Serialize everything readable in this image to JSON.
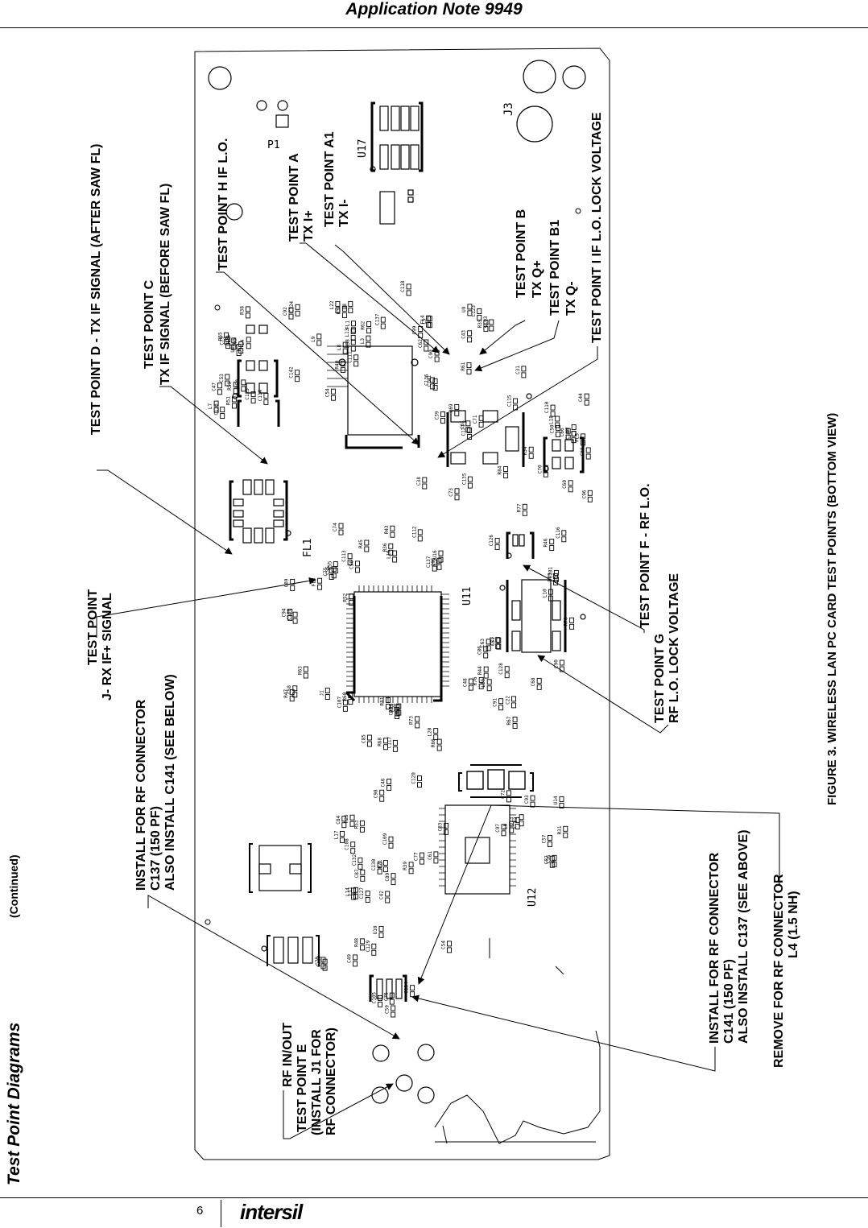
{
  "header": {
    "title": "Application Note 9949"
  },
  "section": {
    "title": "Test Point Diagrams",
    "continued": "(Continued)"
  },
  "figure": {
    "caption": "FIGURE 3.  WIRELESS LAN PC CARD TEST POINTS (BOTTOM VIEW)"
  },
  "footer": {
    "page": "6",
    "logo": "intersil"
  },
  "board": {
    "big_labels": [
      "P1",
      "J3",
      "U17",
      "FL1",
      "U11",
      "U12"
    ],
    "small_labels": [
      "C142",
      "L22",
      "C43",
      "C38",
      "U7",
      "C56",
      "C55",
      "C52",
      "C51",
      "L10",
      "C46",
      "C42",
      "L6",
      "C54",
      "C53",
      "L9",
      "R40",
      "U9",
      "C71",
      "C70",
      "R45",
      "R47",
      "C85",
      "C86",
      "R49",
      "C61",
      "L17",
      "C93",
      "C102",
      "R59",
      "R58",
      "R62",
      "R61",
      "C121",
      "C110",
      "C112",
      "R63",
      "R66",
      "R67",
      "R70",
      "C120",
      "C108",
      "U13",
      "C134",
      "C133",
      "U15",
      "C137",
      "C136",
      "C135",
      "C104",
      "R55",
      "R52",
      "C107",
      "C91",
      "C90",
      "C89",
      "C84",
      "C72",
      "C76",
      "C100",
      "C124",
      "FL1",
      "L5",
      "C39",
      "C44",
      "C74",
      "C75",
      "R81",
      "R44",
      "C63",
      "R39",
      "L14",
      "C57",
      "C49",
      "L7",
      "R38",
      "R37",
      "C62",
      "C61",
      "C60",
      "R36",
      "C58",
      "R73",
      "C22",
      "C68",
      "C83",
      "C87",
      "C16",
      "C59",
      "R51",
      "C92",
      "C99",
      "C103",
      "R84",
      "C66",
      "C95",
      "C94",
      "C117",
      "C23",
      "C116",
      "C109",
      "R25",
      "R31",
      "C78",
      "C47",
      "C114",
      "C111",
      "R35",
      "C115",
      "C50",
      "U16",
      "C69",
      "R75",
      "R76",
      "R77",
      "C130",
      "C132",
      "U14",
      "C129",
      "R65",
      "C125",
      "C118",
      "C123",
      "R69",
      "FL5",
      "C113",
      "R60",
      "R68",
      "C128",
      "C126",
      "R71",
      "C127",
      "L2",
      "R48",
      "R50",
      "C54",
      "L13",
      "C90",
      "R54",
      "L18",
      "L16",
      "C106",
      "L20",
      "L19",
      "C101",
      "C98",
      "L11",
      "C82",
      "C105",
      "C79",
      "L8",
      "U8",
      "FL4",
      "C73",
      "C66",
      "R43",
      "FL3",
      "C65",
      "C48",
      "R46",
      "C77",
      "R53",
      "C97",
      "U10",
      "C151",
      "L4",
      "L3",
      "C31",
      "C141",
      "C96",
      "C137",
      "J1"
    ]
  },
  "annotations": [
    {
      "id": "tp-d",
      "text": "TEST POINT D - TX IF SIGNAL (AFTER SAW FL)"
    },
    {
      "id": "tp-c1",
      "text": "TEST POINT C"
    },
    {
      "id": "tp-c2",
      "text": "TX IF SIGNAL (BEFORE SAW FL)"
    },
    {
      "id": "tp-h",
      "text": "TEST POINT H IF L.O."
    },
    {
      "id": "tp-a1",
      "text": "TEST POINT A"
    },
    {
      "id": "tp-a2",
      "text": "TX I+"
    },
    {
      "id": "tp-a1b",
      "text": "TEST POINT A1"
    },
    {
      "id": "tp-a1c",
      "text": "TX I-"
    },
    {
      "id": "tp-b1",
      "text": "TEST POINT B"
    },
    {
      "id": "tp-b2",
      "text": "TX Q+"
    },
    {
      "id": "tp-b1b",
      "text": "TEST POINT B1"
    },
    {
      "id": "tp-b1c",
      "text": "TX Q-"
    },
    {
      "id": "tp-i",
      "text": "TEST POINT I IF L.O. LOCK VOLTAGE"
    },
    {
      "id": "tp-f",
      "text": "TEST POINT F - RF L.O."
    },
    {
      "id": "tp-g1",
      "text": "TEST POINT G"
    },
    {
      "id": "tp-g2",
      "text": "RF L.O. LOCK VOLTAGE"
    },
    {
      "id": "tp-j1",
      "text": "TEST POINT"
    },
    {
      "id": "tp-j2",
      "text": "J- RX IF+ SIGNAL"
    },
    {
      "id": "rf1-1",
      "text": "INSTALL FOR RF CONNECTOR"
    },
    {
      "id": "rf1-2",
      "text": "C137 (150 PF)"
    },
    {
      "id": "rf1-3",
      "text": "ALSO INSTALL C141 (SEE BELOW)"
    },
    {
      "id": "rf2-1",
      "text": "INSTALL FOR RF CONNECTOR"
    },
    {
      "id": "rf2-2",
      "text": "C141 (150 PF)"
    },
    {
      "id": "rf2-3",
      "text": "ALSO INSTALL C137 (SEE ABOVE)"
    },
    {
      "id": "rf3-1",
      "text": "REMOVE FOR RF CONNECTOR"
    },
    {
      "id": "rf3-2",
      "text": "L4 (1.5 NH)"
    },
    {
      "id": "tp-e1",
      "text": "RF IN/OUT"
    },
    {
      "id": "tp-e2",
      "text": "TEST POINT E"
    },
    {
      "id": "tp-e3",
      "text": "(INSTALL J1 FOR"
    },
    {
      "id": "tp-e4",
      "text": "RF CONNECTOR)"
    }
  ]
}
